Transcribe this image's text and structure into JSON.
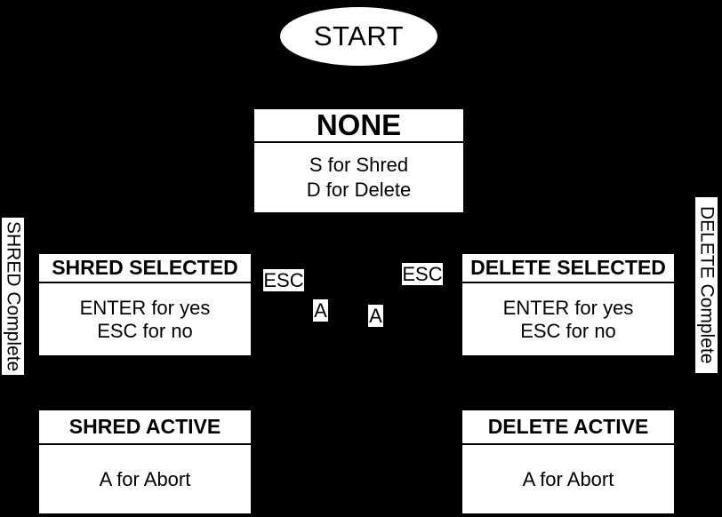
{
  "colors": {
    "background": "#000000",
    "node_fill": "#ffffff",
    "node_text": "#000000"
  },
  "diagram_type": "state-machine",
  "start_node": {
    "label": "START"
  },
  "states": {
    "none": {
      "title": "NONE",
      "line1": "S for Shred",
      "line2": "D for Delete"
    },
    "shred_selected": {
      "title": "SHRED SELECTED",
      "line1": "ENTER for yes",
      "line2": "ESC for no"
    },
    "delete_selected": {
      "title": "DELETE SELECTED",
      "line1": "ENTER for yes",
      "line2": "ESC for no"
    },
    "shred_active": {
      "title": "SHRED ACTIVE",
      "line1": "A for Abort"
    },
    "delete_active": {
      "title": "DELETE ACTIVE",
      "line1": "A for Abort"
    }
  },
  "transition_labels": {
    "esc_left": "ESC",
    "esc_right": "ESC",
    "abort_left": "A",
    "abort_right": "A",
    "shred_complete": "SHRED Complete",
    "delete_complete": "DELETE Complete"
  }
}
